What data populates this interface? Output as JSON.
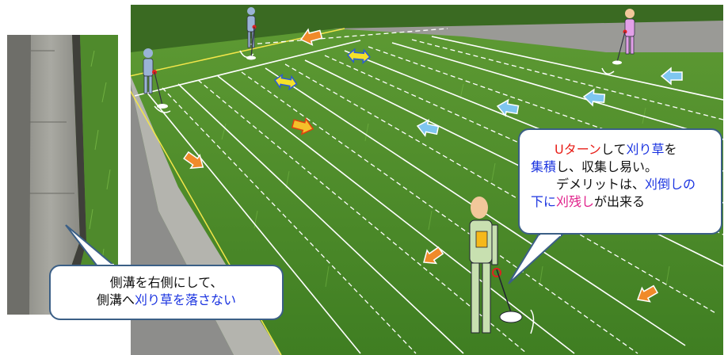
{
  "callout_right": {
    "line1": [
      {
        "text": "Uターン",
        "color": "red"
      },
      {
        "text": "して",
        "color": "black"
      },
      {
        "text": "刈り草",
        "color": "blue"
      },
      {
        "text": "を",
        "color": "black"
      }
    ],
    "line2": [
      {
        "text": "集積",
        "color": "blue"
      },
      {
        "text": "し、収集し易い。",
        "color": "black"
      }
    ],
    "line3": [
      {
        "text": "デメリットは、",
        "color": "black"
      },
      {
        "text": "刈倒しの",
        "color": "blue"
      }
    ],
    "line4": [
      {
        "text": "下に",
        "color": "blue"
      },
      {
        "text": "刈残し",
        "color": "pink"
      },
      {
        "text": "が出来る",
        "color": "black"
      }
    ]
  },
  "callout_left": {
    "line1": [
      {
        "text": "側溝を右側にして、",
        "color": "black"
      }
    ],
    "line2": [
      {
        "text": "側溝へ",
        "color": "black"
      },
      {
        "text": "刈り草を落さない",
        "color": "blue"
      }
    ]
  },
  "colors": {
    "grass": "#4f8f2e",
    "grass_dark": "#2f6a1e",
    "concrete": "#9a9a94",
    "road": "#8e8e8c",
    "arrow_blue": "#7fc6f0",
    "arrow_orange": "#f08a2a",
    "arrow_yellow": "#f5e12a",
    "callout_border": "#3b5f86",
    "worker_body": "#c8e0b0",
    "worker_head": "#f2c79a"
  }
}
